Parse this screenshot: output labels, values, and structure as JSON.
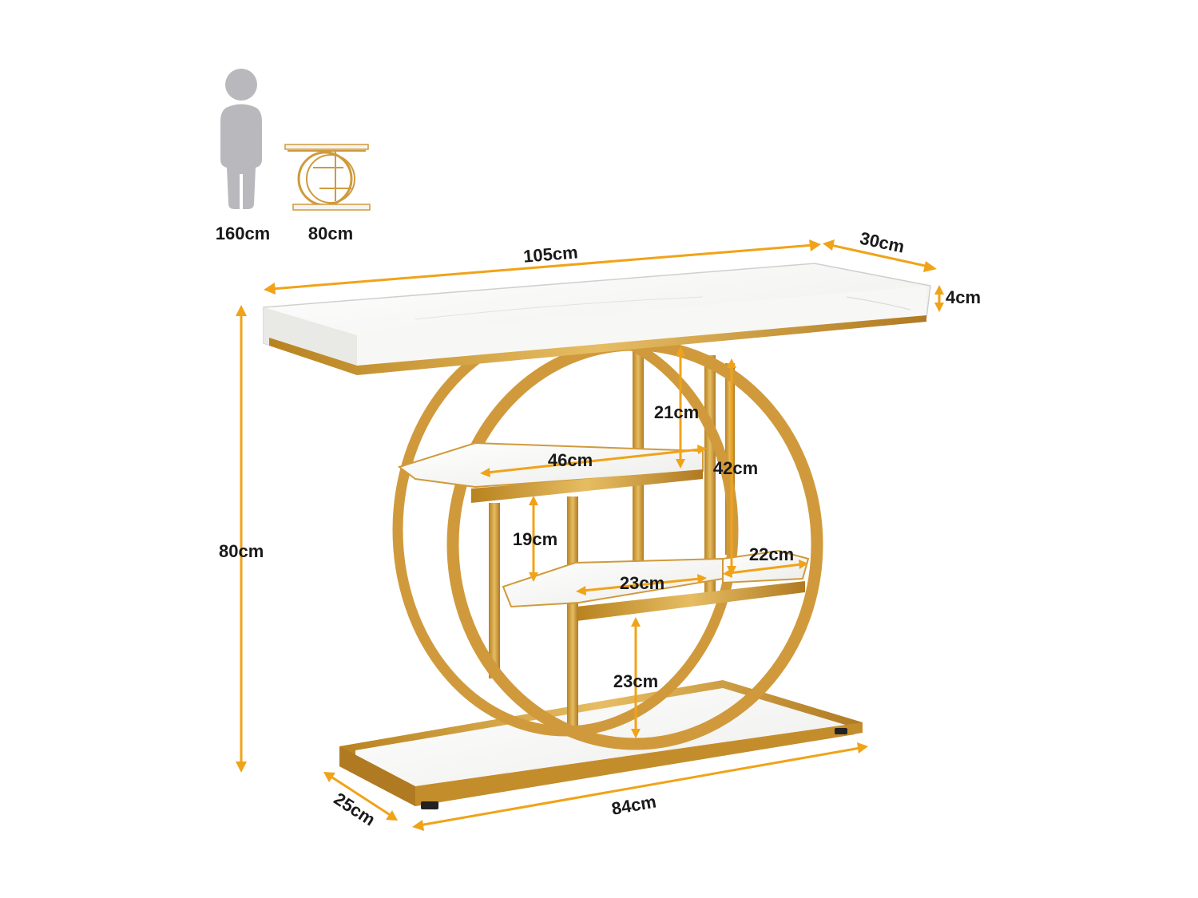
{
  "colors": {
    "gold": "#d09a3c",
    "gold_dark": "#b07a22",
    "marble": "#f4f4f2",
    "dimension_arrow": "#f0a318",
    "person_silhouette": "#b9b9bd",
    "text": "#1a1a1a"
  },
  "scale_reference": {
    "person_height": "160cm",
    "table_height": "80cm"
  },
  "dimensions": {
    "top_width": "105cm",
    "top_depth": "30cm",
    "top_thickness": "4cm",
    "total_height": "80cm",
    "base_width": "84cm",
    "base_depth": "25cm",
    "upper_gap_height": "21cm",
    "upper_shelf_width": "46cm",
    "side_height": "42cm",
    "middle_gap_height": "19cm",
    "side_shelf_width": "22cm",
    "lower_shelf_width": "23cm",
    "bottom_gap_height": "23cm"
  }
}
